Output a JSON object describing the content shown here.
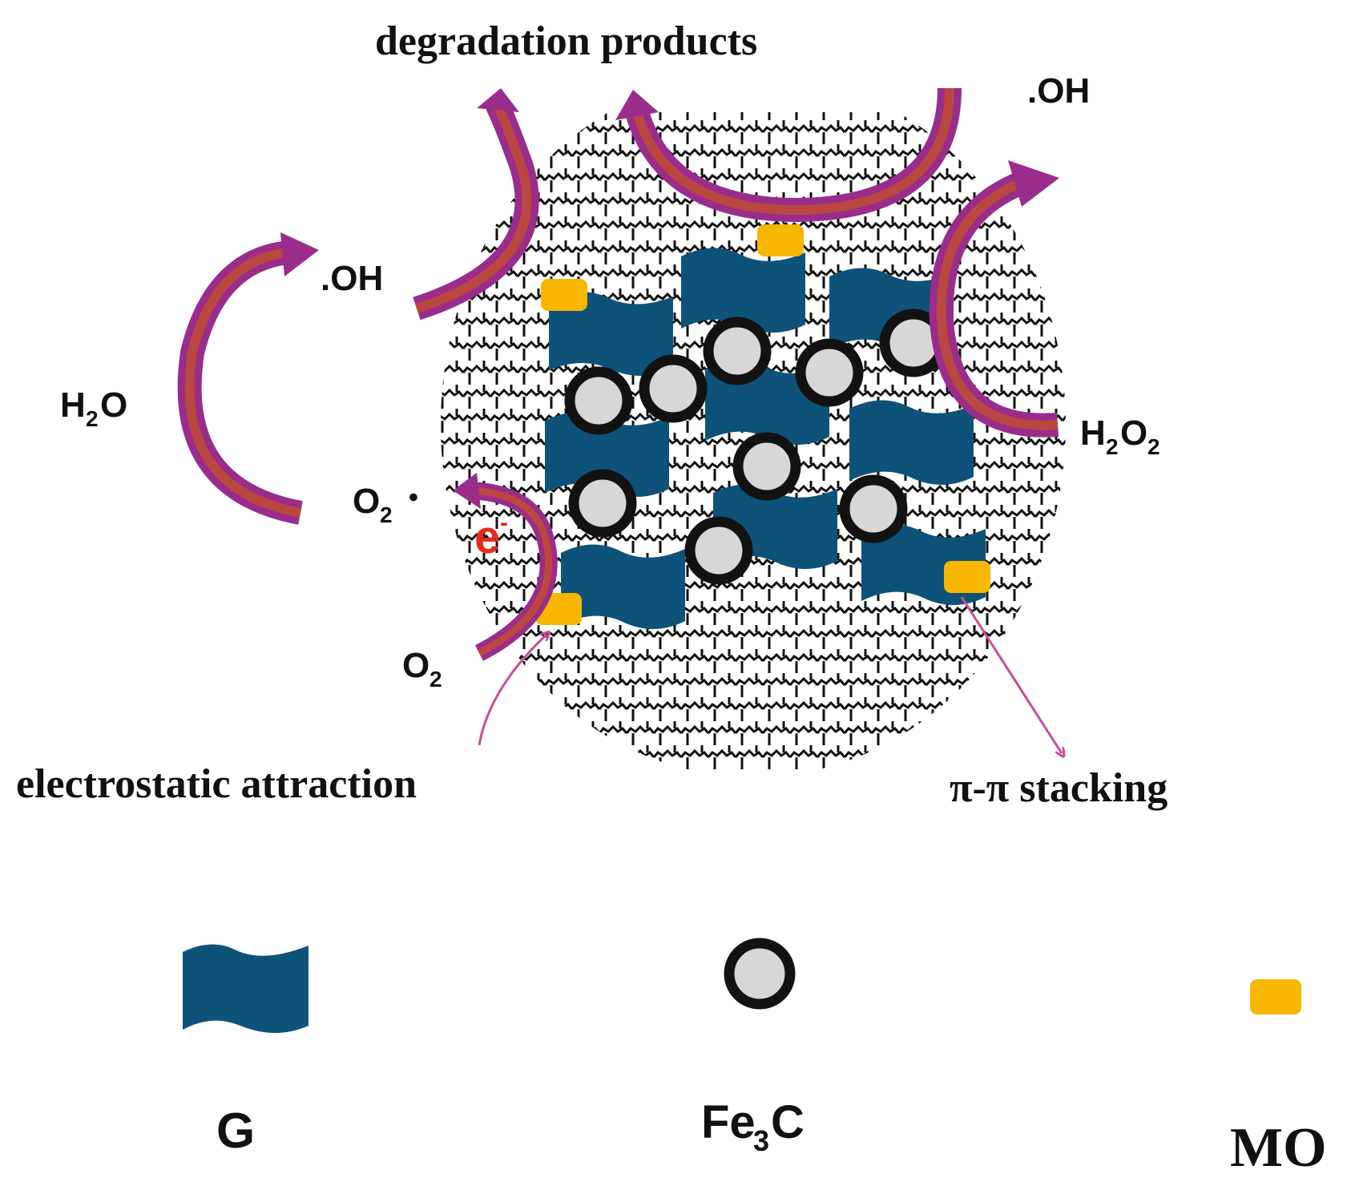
{
  "labels": {
    "degradation_products": "degradation products",
    "oh_top": ".OH",
    "oh_left": ".OH",
    "h2o_main": "H",
    "h2o_sub": "2",
    "h2o_tail": "O",
    "h2o2_main1": "H",
    "h2o2_sub1": "2",
    "h2o2_main2": "O",
    "h2o2_sub2": "2",
    "o2_radical_main": "O",
    "o2_radical_sub": "2",
    "o2_radical_dot": "•",
    "electron": "e",
    "electron_sup": "-",
    "o2_main": "O",
    "o2_sub": "2",
    "electrostatic_attraction": "electrostatic attraction",
    "pi_stacking": "π-π stacking"
  },
  "legend": {
    "g_label": "G",
    "fe3c_main": "Fe",
    "fe3c_sub": "3",
    "fe3c_tail": "C",
    "mo_label": "MO"
  },
  "colors": {
    "graphene": "#0e5279",
    "fe3c_fill": "#d8d6d6",
    "fe3c_ring": "#121212",
    "mo": "#f7b600",
    "arrow_outer": "#9a2c8c",
    "arrow_inner": "#b9473f",
    "thin_arrow": "#c94d96",
    "electron": "#e8281e"
  }
}
